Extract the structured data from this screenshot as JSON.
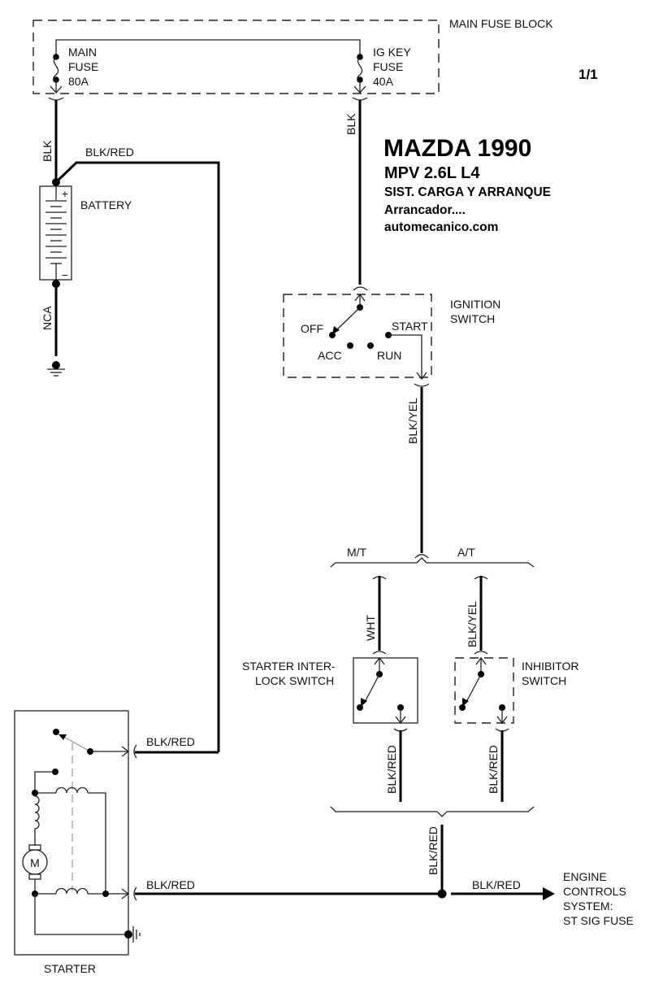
{
  "header": {
    "page_number": "1/1",
    "title": "MAZDA 1990",
    "model": "MPV  2.6L  L4",
    "system": "SIST. CARGA  Y ARRANQUE",
    "subsystem": "Arrancador....",
    "website": "automecanico.com"
  },
  "fuse_block": {
    "label": "MAIN FUSE BLOCK",
    "main_fuse": {
      "line1": "MAIN",
      "line2": "FUSE",
      "rating": "80A"
    },
    "ig_key_fuse": {
      "line1": "IG KEY",
      "line2": "FUSE",
      "rating": "40A"
    }
  },
  "battery": {
    "label": "BATTERY",
    "plus": "+",
    "minus": "−"
  },
  "ignition_switch": {
    "line1": "IGNITION",
    "line2": "SWITCH",
    "positions": {
      "off": "OFF",
      "acc": "ACC",
      "run": "RUN",
      "start": "START"
    }
  },
  "transmission": {
    "manual": "M/T",
    "automatic": "A/T"
  },
  "starter_interlock": {
    "line1": "STARTER INTER-",
    "line2": "LOCK SWITCH"
  },
  "inhibitor": {
    "line1": "INHIBITOR",
    "line2": "SWITCH"
  },
  "starter": {
    "label": "STARTER",
    "motor": "M"
  },
  "engine_controls": {
    "line1": "ENGINE",
    "line2": "CONTROLS",
    "line3": "SYSTEM:",
    "line4": "ST SIG FUSE"
  },
  "wires": {
    "main_fuse_out": "BLK",
    "ig_fuse_out": "BLK",
    "battery_to_starter": "BLK/RED",
    "battery_ground": "NCA",
    "ignition_out": "BLK/YEL",
    "mt_wire": "WHT",
    "at_wire": "BLK/YEL",
    "interlock_out": "BLK/RED",
    "inhibitor_out": "BLK/RED",
    "junction_wire": "BLK/RED",
    "starter_b_terminal": "BLK/RED",
    "starter_s_terminal": "BLK/RED",
    "to_engine_controls": "BLK/RED"
  }
}
